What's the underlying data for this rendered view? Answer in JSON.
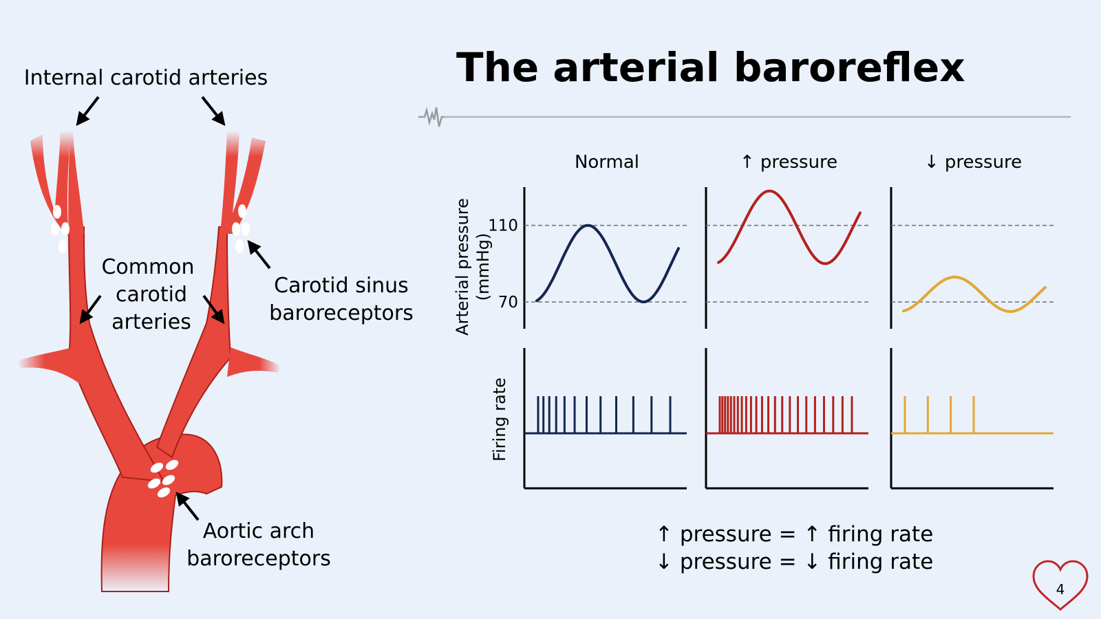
{
  "title": "The arterial baroreflex",
  "colors": {
    "background": "#eaf1fb",
    "artery": "#e8473d",
    "artery_edge": "#a8201a",
    "normal": "#14254f",
    "high": "#b3221c",
    "low": "#e0a932",
    "heart": "#c0252a"
  },
  "anatomy": {
    "internal_carotid_label": "Internal carotid arteries",
    "common_carotid_label": [
      "Common",
      "carotid",
      "arteries"
    ],
    "carotid_sinus_label": [
      "Carotid sinus",
      "baroreceptors"
    ],
    "aortic_arch_label": [
      "Aortic arch",
      "baroreceptors"
    ]
  },
  "chart_data": {
    "type": "line",
    "panels": [
      "Normal",
      "↑ pressure",
      "↓ pressure"
    ],
    "pressure": {
      "ylabel": [
        "Arterial pressure",
        "(mmHg)"
      ],
      "ylim": [
        56,
        130
      ],
      "ticks": [
        110,
        70
      ],
      "series": [
        {
          "panel": "Normal",
          "min": 70,
          "max": 110
        },
        {
          "panel": "↑ pressure",
          "min": 90,
          "max": 128
        },
        {
          "panel": "↓ pressure",
          "min": 65,
          "max": 83
        }
      ]
    },
    "firing": {
      "ylabel": "Firing rate",
      "spike_counts": [
        12,
        23,
        4
      ]
    }
  },
  "summary": [
    "↑ pressure = ↑ firing rate",
    "↓ pressure = ↓ firing rate"
  ],
  "page_number": "4"
}
